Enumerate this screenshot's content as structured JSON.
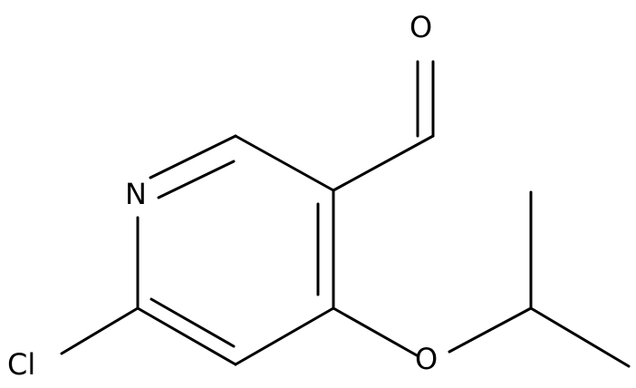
{
  "atoms": {
    "n": "N",
    "cl": "Cl",
    "o_ether": "O",
    "o_aldehyde": "O"
  }
}
